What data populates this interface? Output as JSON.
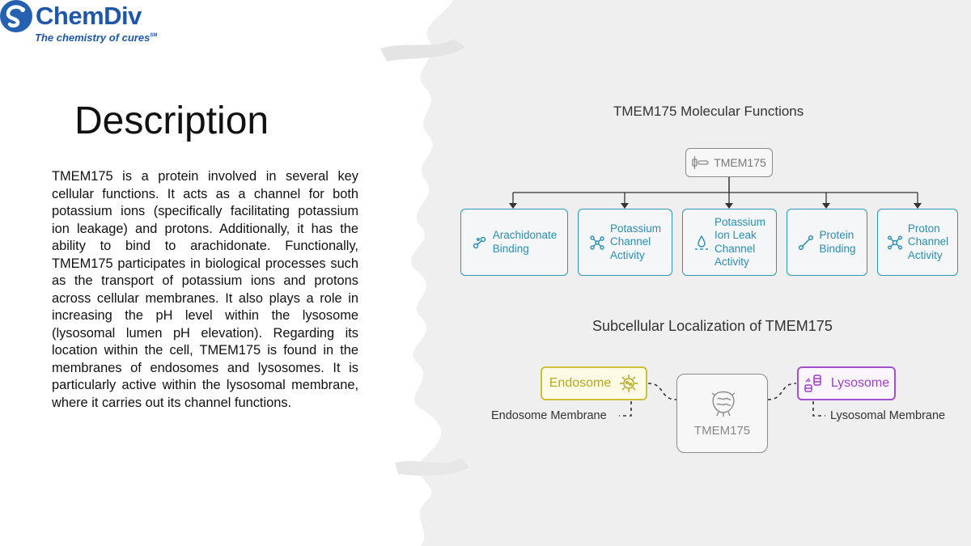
{
  "brand": {
    "name": "ChemDiv",
    "tagline": "The chemistry of cures",
    "trademark": "SM",
    "color": "#1f56a8"
  },
  "slide": {
    "title": "Description",
    "body": "TMEM175 is a protein involved in several key cellular functions. It acts as a channel for both potassium ions (specifically facilitating potassium ion leakage) and protons. Additionally, it has the ability to bind to arachidonate. Functionally, TMEM175 participates in biological processes such as the transport of potassium ions and protons across cellular membranes. It also plays a role in increasing the pH level within the lysosome (lysosomal lumen pH elevation). Regarding its location within the cell, TMEM175 is found in the membranes of endosomes and lysosomes. It is particularly active within the lysosomal membrane, where it carries out its channel functions."
  },
  "functions_diagram": {
    "title": "TMEM175 Molecular Functions",
    "root": {
      "label": "TMEM175",
      "icon": "protein-icon"
    },
    "accent": "#2c9ab7",
    "nodes": [
      {
        "label": "Arachidonate\nBinding",
        "icon": "molecule-link-icon"
      },
      {
        "label": "Potassium\nChannel\nActivity",
        "icon": "network-icon"
      },
      {
        "label": "Potassium\nIon Leak\nChannel\nActivity",
        "icon": "leak-drop-icon"
      },
      {
        "label": "Protein\nBinding",
        "icon": "binding-link-icon"
      },
      {
        "label": "Proton\nChannel\nActivity",
        "icon": "proton-network-icon"
      }
    ]
  },
  "localization_diagram": {
    "title": "Subcellular Localization of TMEM175",
    "center": {
      "label": "TMEM175",
      "icon": "cell-icon"
    },
    "locations": [
      {
        "label": "Endosome",
        "membrane": "Endosome Membrane",
        "icon": "endosome-icon",
        "color": "#cdbf3d"
      },
      {
        "label": "Lysosome",
        "membrane": "Lysosomal Membrane",
        "icon": "lysosome-icon",
        "color": "#a34fcf"
      }
    ]
  }
}
